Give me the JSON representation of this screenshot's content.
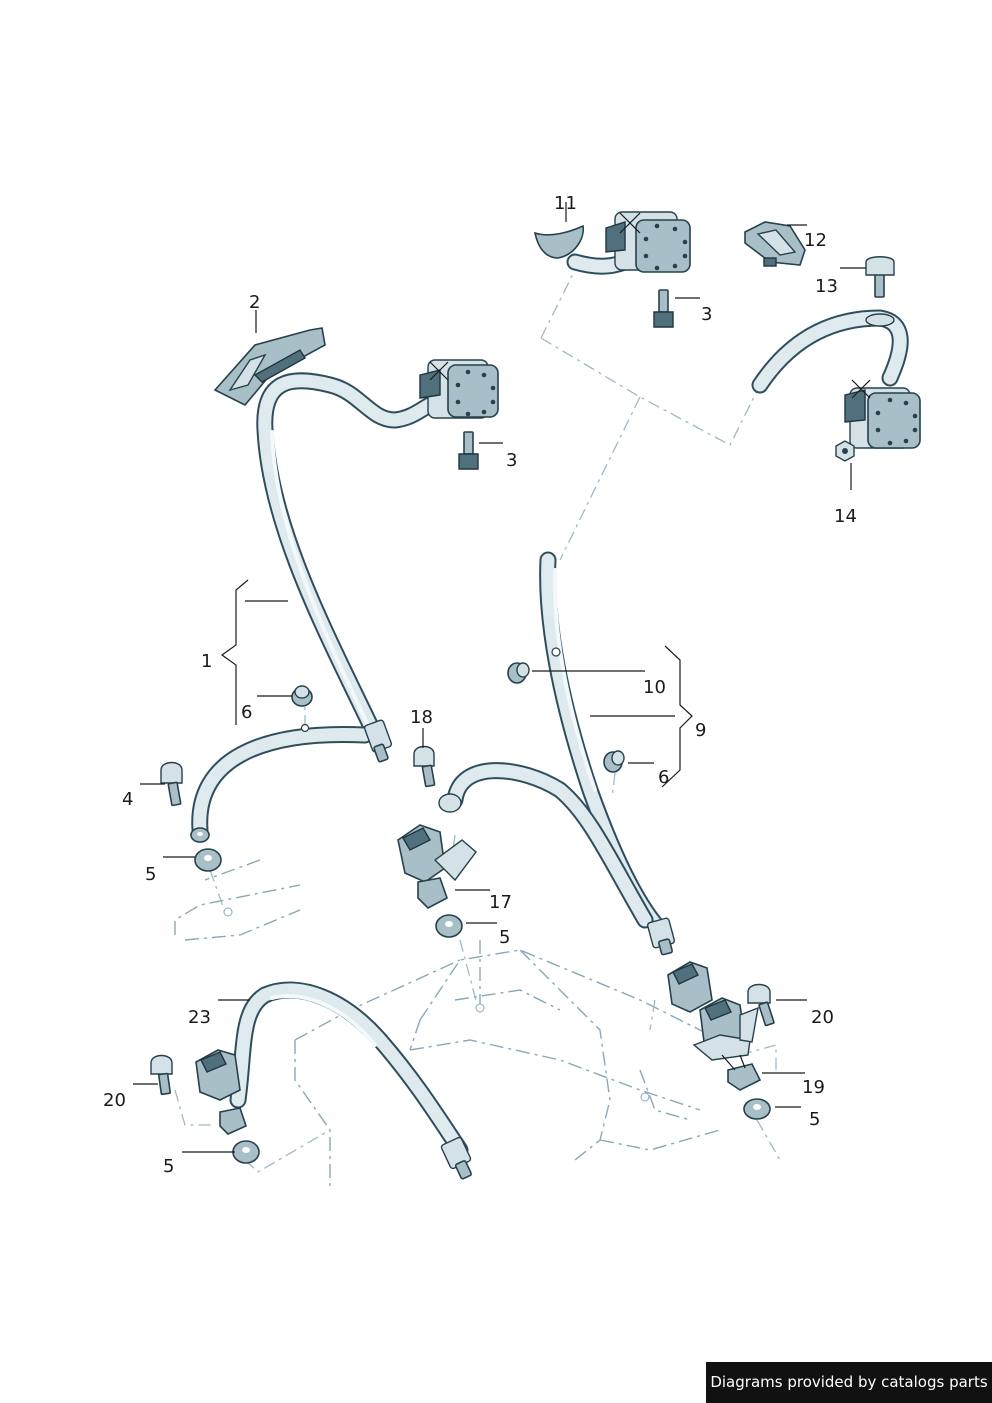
{
  "labels": {
    "l1": "1",
    "l2": "2",
    "l3a": "3",
    "l3b": "3",
    "l4": "4",
    "l5a": "5",
    "l5b": "5",
    "l5c": "5",
    "l5d": "5",
    "l6a": "6",
    "l6b": "6",
    "l9": "9",
    "l10": "10",
    "l11": "11",
    "l12": "12",
    "l13": "13",
    "l14": "14",
    "l17": "17",
    "l18": "18",
    "l19": "19",
    "l20a": "20",
    "l20b": "20",
    "l23": "23"
  },
  "credit": "Diagrams provided by catalogs parts",
  "colors": {
    "belt_outline": "#2f4e5c",
    "belt_fill": "#dfeaee",
    "part_fill": "#a9bfc8",
    "dash_line": "#8aa8b6"
  }
}
